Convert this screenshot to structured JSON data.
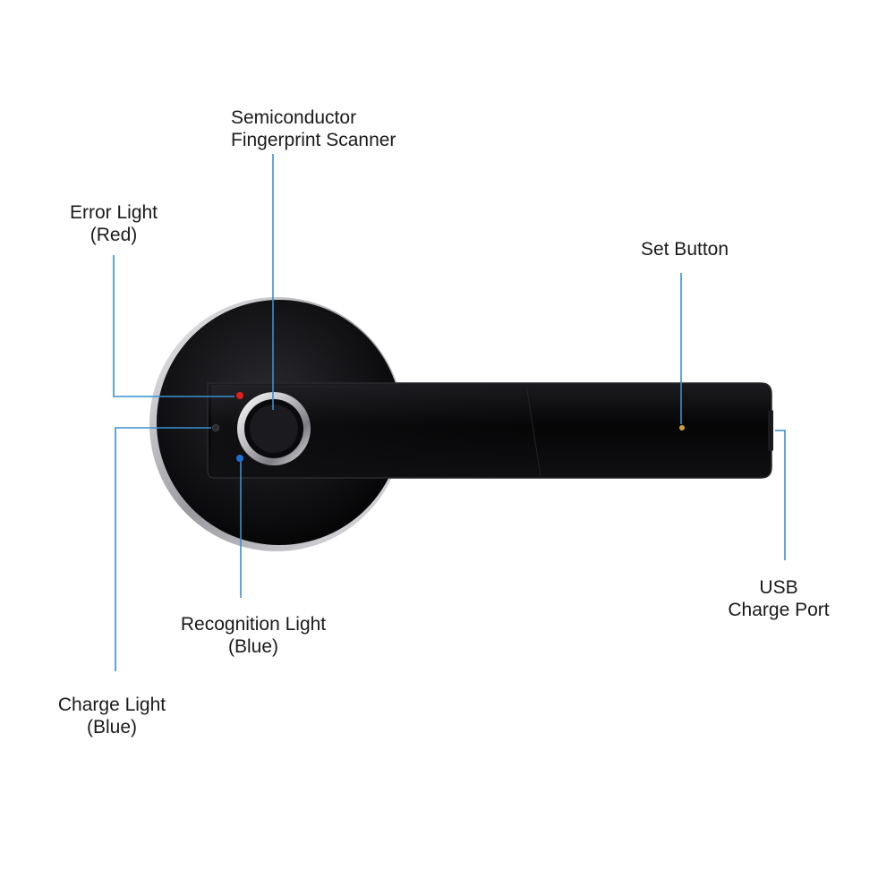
{
  "colors": {
    "leader_line": "#3a8fd1",
    "device_body": "#0b0b0d",
    "rosette_ring": "#c8c8cc",
    "error_led": "#e0201e",
    "blue_led": "#1f6fd6",
    "set_button": "#c9a23a"
  },
  "labels": {
    "fingerprint_scanner": {
      "line1": "Semiconductor",
      "line2": "Fingerprint Scanner"
    },
    "error_light": {
      "line1": "Error Light",
      "line2": "(Red)"
    },
    "set_button": {
      "line1": "Set Button"
    },
    "usb_port": {
      "line1": "USB",
      "line2": "Charge Port"
    },
    "recognition_light": {
      "line1": "Recognition Light",
      "line2": "(Blue)"
    },
    "charge_light": {
      "line1": "Charge Light",
      "line2": "(Blue)"
    }
  }
}
